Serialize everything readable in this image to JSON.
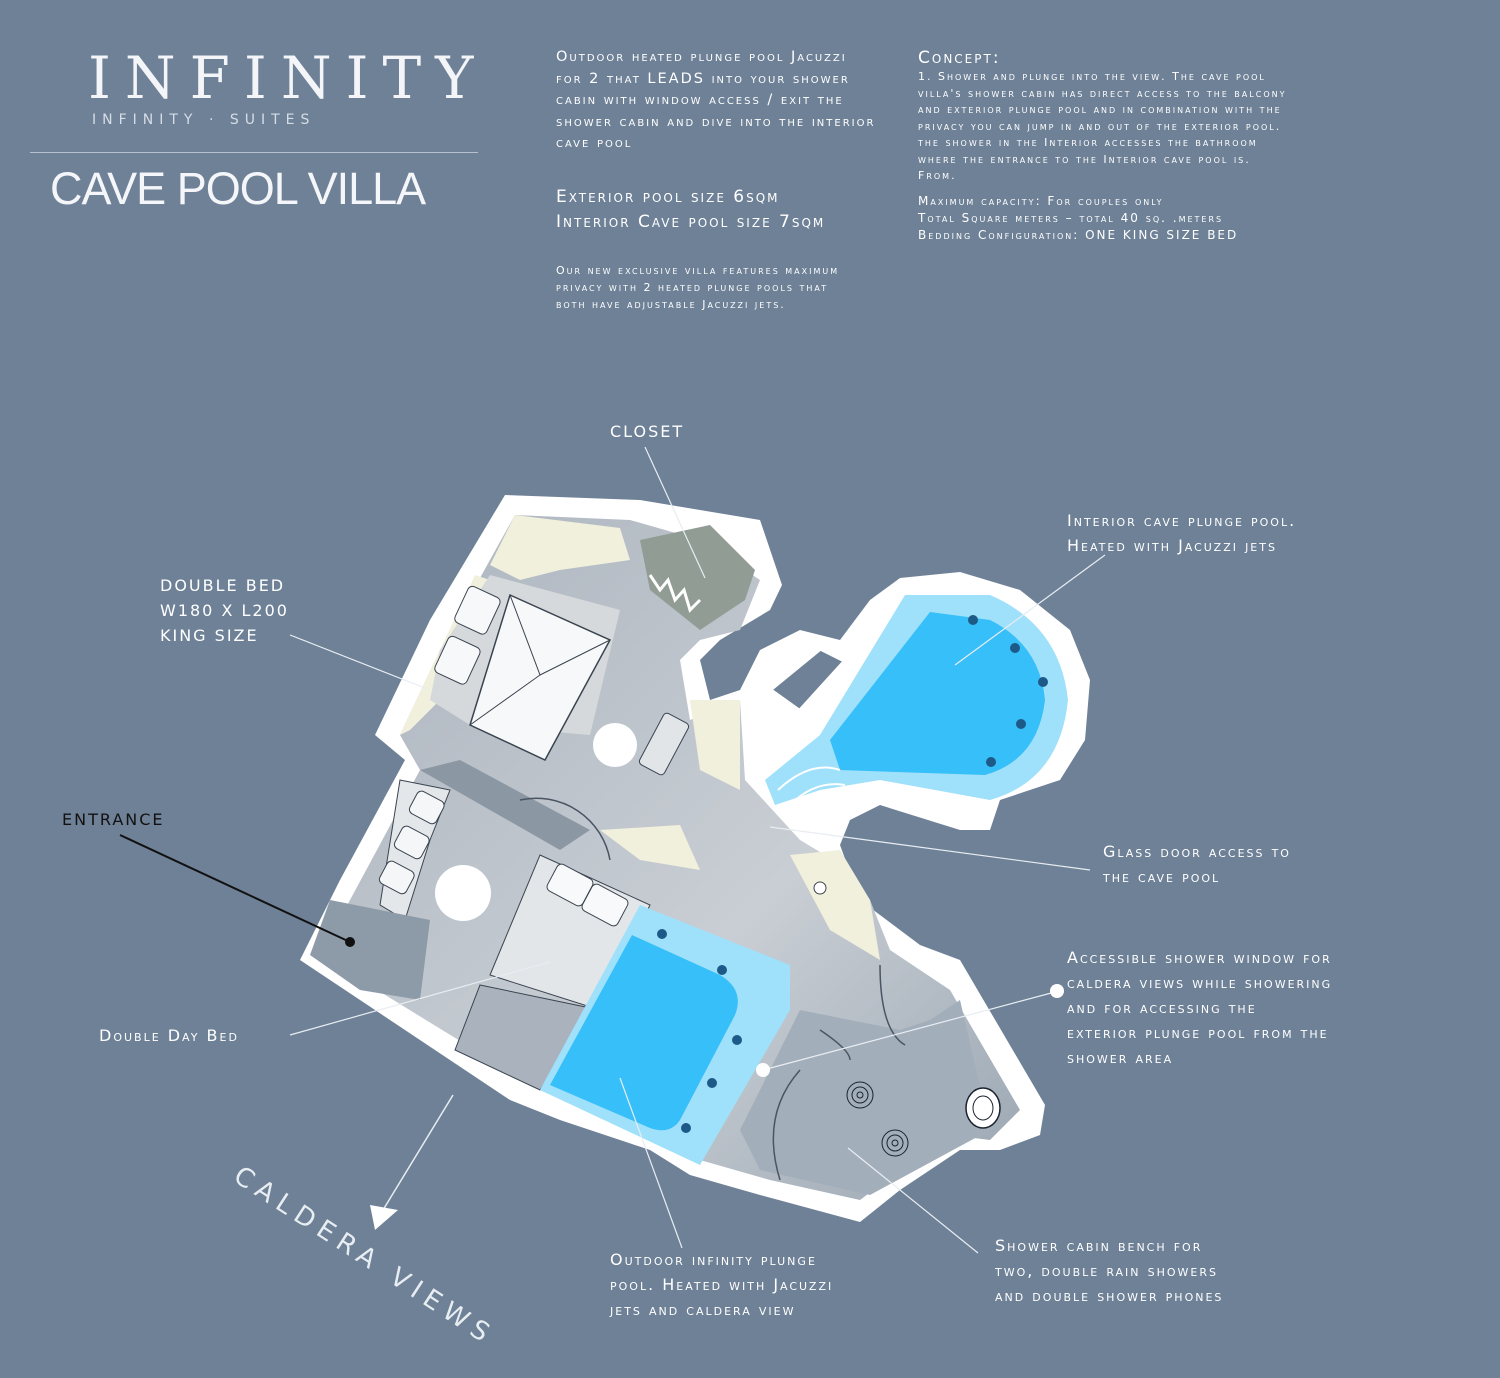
{
  "brand": {
    "logo_text": "INFINITY",
    "logo_subtitle": "INFINITY · SUITES",
    "title": "CAVE POOL VILLA"
  },
  "description": {
    "line1": "Outdoor heated plunge pool Jacuzzi for 2 that LEADS into your shower cabin with window access / exit the shower cabin and dive into the interior cave pool",
    "pool_sizes": "Exterior pool size 6sqm Interior Cave pool size 7sqm",
    "features": "Our new exclusive villa features maximum privacy with 2 heated plunge pools that both have adjustable Jacuzzi jets."
  },
  "concept": {
    "title": "Concept:",
    "text": "1. Shower and plunge into the view. The cave pool villa's shower cabin has direct access to the balcony and exterior plunge pool and in combination with the privacy you can jump in and out of the exterior pool. the shower in the Interior accesses the bathroom where the entrance to the Interior cave pool is. From.",
    "capacity": "Maximum capacity: For couples only",
    "square_meters": "Total Square meters – total 40 sq. .meters",
    "bedding": "Bedding Configuration: ONE KING SIZE BED"
  },
  "labels": {
    "closet": "CLOSET",
    "double_bed": [
      "DOUBLE BED",
      "W180 X L200",
      "KING SIZE"
    ],
    "entrance": "ENTRANCE",
    "day_bed": "Double Day Bed",
    "interior_pool": [
      "Interior cave plunge pool.",
      "Heated with Jacuzzi jets"
    ],
    "glass_door": [
      "Glass door access to",
      "the cave pool"
    ],
    "shower_window": [
      "Accessible shower window for",
      "caldera views while showering",
      "and for accessing the",
      "exterior plunge pool from the",
      "shower area"
    ],
    "outdoor_pool": [
      "Outdoor infinity plunge",
      "pool. Heated with Jacuzzi",
      "jets and caldera view"
    ],
    "shower_bench": [
      "Shower cabin bench for",
      "two, double rain showers",
      "and double shower phones"
    ],
    "caldera_views": "CALDERA VIEWS"
  },
  "colors": {
    "background": "#6e8197",
    "pool_water": "#36bff8",
    "pool_edge": "#9fe0fb",
    "wall": "#ffffff",
    "floor": "#a9b3bd",
    "cream": "#f1f0dc",
    "closet": "#919c95"
  }
}
